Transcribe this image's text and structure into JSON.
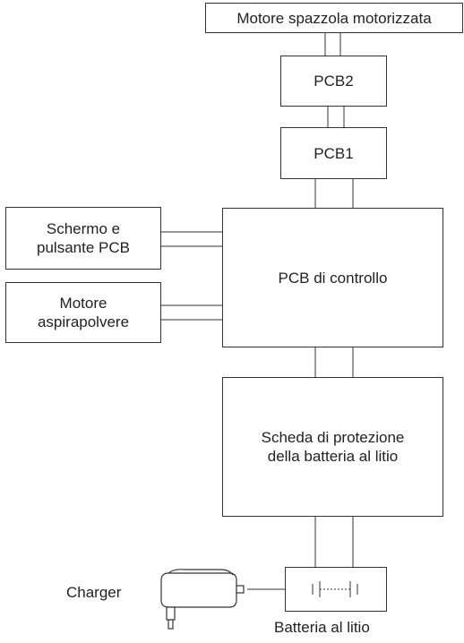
{
  "blocks": {
    "brush_motor": "Motore spazzola motorizzata",
    "pcb2": "PCB2",
    "pcb1": "PCB1",
    "screen_button_pcb": {
      "line1": "Schermo e",
      "line2": "pulsante PCB"
    },
    "control_pcb": "PCB di controllo",
    "vacuum_motor": {
      "line1": "Motore",
      "line2": "aspirapolvere"
    },
    "battery_protection": {
      "line1": "Scheda di protezione",
      "line2": "della batteria al litio"
    }
  },
  "labels": {
    "charger": "Charger",
    "battery": "Batteria al litio"
  },
  "icons": {
    "charger": "power-adapter-icon",
    "battery": "battery-icon"
  },
  "colors": {
    "line": "#333333",
    "text": "#222222",
    "background": "#ffffff"
  }
}
